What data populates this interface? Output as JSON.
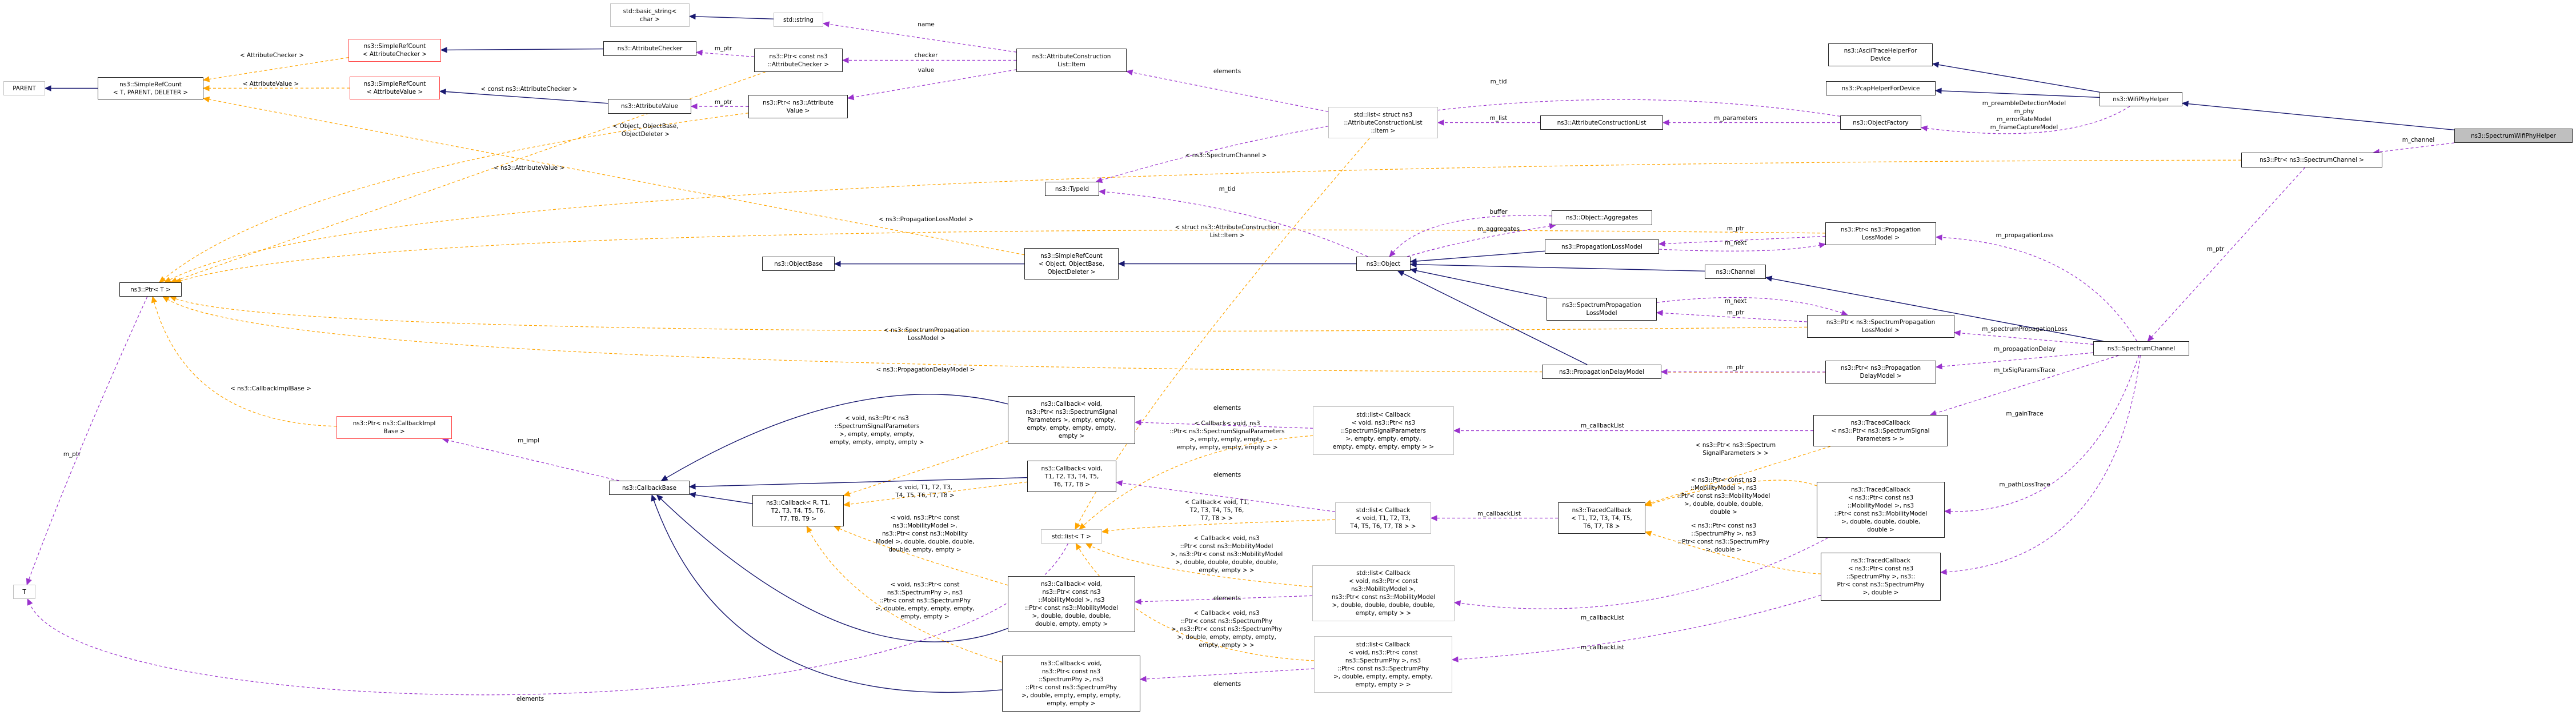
{
  "colors": {
    "inherit": "#191970",
    "usage": "#9a32cd",
    "template": "#ffa500",
    "highlight_fill": "#bfbfbf",
    "undocumented_border": "#bfbfbf",
    "truncated_border": "#ff4040"
  },
  "nodes": [
    {
      "id": "parent",
      "kind": "gray",
      "lines": [
        "PARENT"
      ]
    },
    {
      "id": "srcTPD",
      "kind": "normal",
      "lines": [
        "ns3::SimpleRefCount",
        "< T, PARENT, DELETER >"
      ]
    },
    {
      "id": "srcAC",
      "kind": "red",
      "lines": [
        "ns3::SimpleRefCount",
        "< AttributeChecker >"
      ]
    },
    {
      "id": "srcAV",
      "kind": "red",
      "lines": [
        "ns3::SimpleRefCount",
        "< AttributeValue >"
      ]
    },
    {
      "id": "basicStr",
      "kind": "gray",
      "lines": [
        "std::basic_string<",
        "char >"
      ]
    },
    {
      "id": "stdString",
      "kind": "gray",
      "lines": [
        "std::string"
      ]
    },
    {
      "id": "attrChecker",
      "kind": "normal",
      "lines": [
        "ns3::AttributeChecker"
      ]
    },
    {
      "id": "attrValue",
      "kind": "normal",
      "lines": [
        "ns3::AttributeValue"
      ]
    },
    {
      "id": "ptrConstAC",
      "kind": "normal",
      "lines": [
        "ns3::Ptr< const ns3",
        "::AttributeChecker >"
      ]
    },
    {
      "id": "ptrAV",
      "kind": "normal",
      "lines": [
        "ns3::Ptr< ns3::Attribute",
        "Value >"
      ]
    },
    {
      "id": "item",
      "kind": "normal",
      "lines": [
        "ns3::AttributeConstruction",
        "List::Item"
      ]
    },
    {
      "id": "typeId",
      "kind": "normal",
      "lines": [
        "ns3::TypeId"
      ]
    },
    {
      "id": "listItem",
      "kind": "gray",
      "lines": [
        "std::list< struct ns3",
        "::AttributeConstructionList",
        "::Item >"
      ]
    },
    {
      "id": "acl",
      "kind": "normal",
      "lines": [
        "ns3::AttributeConstructionList"
      ]
    },
    {
      "id": "objFactory",
      "kind": "normal",
      "lines": [
        "ns3::ObjectFactory"
      ]
    },
    {
      "id": "ascii",
      "kind": "normal",
      "lines": [
        "ns3::AsciiTraceHelperFor",
        "Device"
      ]
    },
    {
      "id": "pcap",
      "kind": "normal",
      "lines": [
        "ns3::PcapHelperForDevice"
      ]
    },
    {
      "id": "wifiPhy",
      "kind": "normal",
      "lines": [
        "ns3::WifiPhyHelper"
      ]
    },
    {
      "id": "swph",
      "kind": "hl",
      "lines": [
        "ns3::SpectrumWifiPhyHelper"
      ]
    },
    {
      "id": "ptrSC",
      "kind": "normal",
      "lines": [
        "ns3::Ptr< ns3::SpectrumChannel >"
      ]
    },
    {
      "id": "ptrT",
      "kind": "normal",
      "lines": [
        "ns3::Ptr< T >"
      ]
    },
    {
      "id": "ptrCIB",
      "kind": "red",
      "lines": [
        "ns3::Ptr< ns3::CallbackImpl",
        "Base >"
      ]
    },
    {
      "id": "objectBase",
      "kind": "normal",
      "lines": [
        "ns3::ObjectBase"
      ]
    },
    {
      "id": "srcObj",
      "kind": "normal",
      "lines": [
        "ns3::SimpleRefCount",
        "< Object, ObjectBase,",
        "ObjectDeleter >"
      ]
    },
    {
      "id": "object",
      "kind": "normal",
      "lines": [
        "ns3::Object"
      ]
    },
    {
      "id": "aggregates",
      "kind": "normal",
      "lines": [
        "ns3::Object::Aggregates"
      ]
    },
    {
      "id": "propLoss",
      "kind": "normal",
      "lines": [
        "ns3::PropagationLossModel"
      ]
    },
    {
      "id": "ptrPropLoss",
      "kind": "normal",
      "lines": [
        "ns3::Ptr< ns3::Propagation",
        "LossModel >"
      ]
    },
    {
      "id": "channel",
      "kind": "normal",
      "lines": [
        "ns3::Channel"
      ]
    },
    {
      "id": "specPropLoss",
      "kind": "normal",
      "lines": [
        "ns3::SpectrumPropagation",
        "LossModel"
      ]
    },
    {
      "id": "ptrSpecPropLoss",
      "kind": "normal",
      "lines": [
        "ns3::Ptr< ns3::SpectrumPropagation",
        "LossModel >"
      ]
    },
    {
      "id": "propDelay",
      "kind": "normal",
      "lines": [
        "ns3::PropagationDelayModel"
      ]
    },
    {
      "id": "ptrPropDelay",
      "kind": "normal",
      "lines": [
        "ns3::Ptr< ns3::Propagation",
        "DelayModel >"
      ]
    },
    {
      "id": "specChannel",
      "kind": "normal",
      "lines": [
        "ns3::SpectrumChannel"
      ]
    },
    {
      "id": "cbSSP",
      "kind": "normal",
      "lines": [
        "ns3::Callback< void,",
        "ns3::Ptr< ns3::SpectrumSignal",
        "Parameters >, empty, empty,",
        "empty, empty, empty, empty,",
        "empty >"
      ]
    },
    {
      "id": "listCbSSP",
      "kind": "gray",
      "lines": [
        "std::list< Callback",
        "< void, ns3::Ptr< ns3",
        "::SpectrumSignalParameters",
        ">, empty, empty, empty,",
        "empty, empty, empty, empty > >"
      ]
    },
    {
      "id": "tcSSP",
      "kind": "normal",
      "lines": [
        "ns3::TracedCallback",
        "< ns3::Ptr< ns3::SpectrumSignal",
        "Parameters > >"
      ]
    },
    {
      "id": "cbT8",
      "kind": "normal",
      "lines": [
        "ns3::Callback< void,",
        "T1, T2, T3, T4, T5,",
        "T6, T7, T8 >"
      ]
    },
    {
      "id": "callbackBase",
      "kind": "normal",
      "lines": [
        "ns3::CallbackBase"
      ]
    },
    {
      "id": "cbR",
      "kind": "normal",
      "lines": [
        "ns3::Callback< R, T1,",
        "T2, T3, T4, T5, T6,",
        "T7, T8, T9 >"
      ]
    },
    {
      "id": "listT",
      "kind": "gray",
      "lines": [
        "std::list< T >"
      ]
    },
    {
      "id": "listCbT8",
      "kind": "gray",
      "lines": [
        "std::list< Callback",
        "< void, T1, T2, T3,",
        "T4, T5, T6, T7, T8 > >"
      ]
    },
    {
      "id": "tcT8",
      "kind": "normal",
      "lines": [
        "ns3::TracedCallback",
        "< T1, T2, T3, T4, T5,",
        "T6, T7, T8 >"
      ]
    },
    {
      "id": "cbMob",
      "kind": "normal",
      "lines": [
        "ns3::Callback< void,",
        "ns3::Ptr< const ns3",
        "::MobilityModel >, ns3",
        "::Ptr< const ns3::MobilityModel",
        ">, double, double, double,",
        "double, empty, empty >"
      ]
    },
    {
      "id": "listCbMob",
      "kind": "gray",
      "lines": [
        "std::list< Callback",
        "< void, ns3::Ptr< const",
        "ns3::MobilityModel >,",
        "ns3::Ptr< const ns3::MobilityModel",
        ">, double, double, double, double,",
        "empty, empty > >"
      ]
    },
    {
      "id": "tcMob",
      "kind": "normal",
      "lines": [
        "ns3::TracedCallback",
        "< ns3::Ptr< const ns3",
        "::MobilityModel >, ns3",
        "::Ptr< const ns3::MobilityModel",
        ">, double, double, double,",
        "double >"
      ]
    },
    {
      "id": "cbSP",
      "kind": "normal",
      "lines": [
        "ns3::Callback< void,",
        "ns3::Ptr< const ns3",
        "::SpectrumPhy >, ns3",
        "::Ptr< const ns3::SpectrumPhy",
        ">, double, empty, empty, empty,",
        "empty, empty >"
      ]
    },
    {
      "id": "listCbSP",
      "kind": "gray",
      "lines": [
        "std::list< Callback",
        "< void, ns3::Ptr< const",
        "ns3::SpectrumPhy >, ns3",
        "::Ptr< const ns3::SpectrumPhy",
        ">, double, empty, empty, empty,",
        "empty, empty > >"
      ]
    },
    {
      "id": "tcSP",
      "kind": "normal",
      "lines": [
        "ns3::TracedCallback",
        "< ns3::Ptr< const ns3",
        "::SpectrumPhy >, ns3::",
        "Ptr< const ns3::SpectrumPhy",
        ">, double >"
      ]
    },
    {
      "id": "T",
      "kind": "gray",
      "lines": [
        "T"
      ]
    }
  ],
  "edges": [
    {
      "from": "srcTPD",
      "to": "parent",
      "type": "inherit",
      "label": ""
    },
    {
      "from": "srcAC",
      "to": "srcTPD",
      "type": "template",
      "label": "< AttributeChecker >"
    },
    {
      "from": "srcAV",
      "to": "srcTPD",
      "type": "template",
      "label": "< AttributeValue >"
    },
    {
      "from": "srcObj",
      "to": "srcTPD",
      "type": "template",
      "label": "< Object, ObjectBase,\nObjectDeleter >"
    },
    {
      "from": "attrChecker",
      "to": "srcAC",
      "type": "inherit",
      "label": ""
    },
    {
      "from": "attrValue",
      "to": "srcAV",
      "type": "inherit",
      "label": ""
    },
    {
      "from": "stdString",
      "to": "basicStr",
      "type": "inherit",
      "label": ""
    },
    {
      "from": "ptrConstAC",
      "to": "attrChecker",
      "type": "usage",
      "label": "m_ptr"
    },
    {
      "from": "ptrAV",
      "to": "attrValue",
      "type": "usage",
      "label": "m_ptr"
    },
    {
      "from": "item",
      "to": "stdString",
      "type": "usage",
      "label": "name"
    },
    {
      "from": "item",
      "to": "ptrConstAC",
      "type": "usage",
      "label": "checker"
    },
    {
      "from": "item",
      "to": "ptrAV",
      "type": "usage",
      "label": "value"
    },
    {
      "from": "listItem",
      "to": "item",
      "type": "usage",
      "label": "elements"
    },
    {
      "from": "listItem",
      "to": "listT",
      "type": "template",
      "label": "< struct ns3::AttributeConstruction\nList::Item >"
    },
    {
      "from": "acl",
      "to": "listItem",
      "type": "usage",
      "label": "m_list"
    },
    {
      "from": "objFactory",
      "to": "acl",
      "type": "usage",
      "label": "m_parameters"
    },
    {
      "from": "objFactory",
      "to": "typeId",
      "type": "usage",
      "label": "m_tid"
    },
    {
      "from": "object",
      "to": "typeId",
      "type": "usage",
      "label": "m_tid"
    },
    {
      "from": "wifiPhy",
      "to": "ascii",
      "type": "inherit",
      "label": ""
    },
    {
      "from": "wifiPhy",
      "to": "pcap",
      "type": "inherit",
      "label": ""
    },
    {
      "from": "wifiPhy",
      "to": "objFactory",
      "type": "usage",
      "label": "m_preambleDetectionModel\nm_phy\nm_errorRateModel\nm_frameCaptureModel"
    },
    {
      "from": "swph",
      "to": "wifiPhy",
      "type": "inherit",
      "label": ""
    },
    {
      "from": "swph",
      "to": "ptrSC",
      "type": "usage",
      "label": "m_channel"
    },
    {
      "from": "ptrSC",
      "to": "ptrT",
      "type": "template",
      "label": "< ns3::SpectrumChannel >"
    },
    {
      "from": "ptrSC",
      "to": "specChannel",
      "type": "usage",
      "label": "m_ptr"
    },
    {
      "from": "ptrConstAC",
      "to": "ptrT",
      "type": "template",
      "label": "< const ns3::AttributeChecker >"
    },
    {
      "from": "ptrAV",
      "to": "ptrT",
      "type": "template",
      "label": "< ns3::AttributeValue >"
    },
    {
      "from": "ptrPropLoss",
      "to": "ptrT",
      "type": "template",
      "label": "< ns3::PropagationLossModel >"
    },
    {
      "from": "ptrSpecPropLoss",
      "to": "ptrT",
      "type": "template",
      "label": "< ns3::SpectrumPropagation\nLossModel >"
    },
    {
      "from": "ptrPropDelay",
      "to": "ptrT",
      "type": "template",
      "label": "< ns3::PropagationDelayModel >"
    },
    {
      "from": "ptrCIB",
      "to": "ptrT",
      "type": "template",
      "label": "< ns3::CallbackImplBase >"
    },
    {
      "from": "ptrT",
      "to": "T",
      "type": "usage",
      "label": "m_ptr"
    },
    {
      "from": "callbackBase",
      "to": "ptrCIB",
      "type": "usage",
      "label": "m_impl"
    },
    {
      "from": "srcObj",
      "to": "objectBase",
      "type": "inherit",
      "label": ""
    },
    {
      "from": "object",
      "to": "srcObj",
      "type": "inherit",
      "label": ""
    },
    {
      "from": "aggregates",
      "to": "object",
      "type": "usage",
      "label": "buffer"
    },
    {
      "from": "object",
      "to": "aggregates",
      "type": "usage",
      "label": "m_aggregates"
    },
    {
      "from": "propLoss",
      "to": "object",
      "type": "inherit",
      "label": ""
    },
    {
      "from": "channel",
      "to": "object",
      "type": "inherit",
      "label": ""
    },
    {
      "from": "specPropLoss",
      "to": "object",
      "type": "inherit",
      "label": ""
    },
    {
      "from": "propDelay",
      "to": "object",
      "type": "inherit",
      "label": ""
    },
    {
      "from": "specChannel",
      "to": "channel",
      "type": "inherit",
      "label": ""
    },
    {
      "from": "ptrPropLoss",
      "to": "propLoss",
      "type": "usage",
      "label": "m_ptr"
    },
    {
      "from": "propLoss",
      "to": "ptrPropLoss",
      "type": "usage",
      "label": "m_next"
    },
    {
      "from": "specPropLoss",
      "to": "ptrSpecPropLoss",
      "type": "usage",
      "label": "m_next"
    },
    {
      "from": "ptrSpecPropLoss",
      "to": "specPropLoss",
      "type": "usage",
      "label": "m_ptr"
    },
    {
      "from": "ptrPropDelay",
      "to": "propDelay",
      "type": "usage",
      "label": "m_ptr"
    },
    {
      "from": "specChannel",
      "to": "ptrPropLoss",
      "type": "usage",
      "label": "m_propagationLoss"
    },
    {
      "from": "specChannel",
      "to": "ptrSpecPropLoss",
      "type": "usage",
      "label": "m_spectrumPropagationLoss"
    },
    {
      "from": "specChannel",
      "to": "ptrPropDelay",
      "type": "usage",
      "label": "m_propagationDelay"
    },
    {
      "from": "specChannel",
      "to": "tcSSP",
      "type": "usage",
      "label": "m_txSigParamsTrace"
    },
    {
      "from": "specChannel",
      "to": "tcMob",
      "type": "usage",
      "label": "m_gainTrace"
    },
    {
      "from": "specChannel",
      "to": "tcSP",
      "type": "usage",
      "label": "m_pathLossTrace"
    },
    {
      "from": "tcSSP",
      "to": "listCbSSP",
      "type": "usage",
      "label": "m_callbackList"
    },
    {
      "from": "tcMob",
      "to": "listCbMob",
      "type": "usage",
      "label": "m_callbackList"
    },
    {
      "from": "tcSP",
      "to": "listCbSP",
      "type": "usage",
      "label": "m_callbackList"
    },
    {
      "from": "tcSSP",
      "to": "tcT8",
      "type": "template",
      "label": "< ns3::Ptr< ns3::Spectrum\nSignalParameters > >"
    },
    {
      "from": "tcMob",
      "to": "tcT8",
      "type": "template",
      "label": "< ns3::Ptr< const ns3\n::MobilityModel >, ns3\n::Ptr< const ns3::MobilityModel\n>, double, double, double,\ndouble >"
    },
    {
      "from": "tcSP",
      "to": "tcT8",
      "type": "template",
      "label": "< ns3::Ptr< const ns3\n::SpectrumPhy >, ns3\n::Ptr< const ns3::SpectrumPhy\n>, double >"
    },
    {
      "from": "tcT8",
      "to": "listCbT8",
      "type": "usage",
      "label": "m_callbackList"
    },
    {
      "from": "listCbSSP",
      "to": "cbSSP",
      "type": "usage",
      "label": "elements"
    },
    {
      "from": "listCbSSP",
      "to": "listT",
      "type": "template",
      "label": "< Callback< void, ns3\n::Ptr< ns3::SpectrumSignalParameters\n>, empty, empty, empty,\nempty, empty, empty, empty > >"
    },
    {
      "from": "listCbT8",
      "to": "cbT8",
      "type": "usage",
      "label": "elements"
    },
    {
      "from": "listCbT8",
      "to": "listT",
      "type": "template",
      "label": "< Callback< void, T1,\nT2, T3, T4, T5, T6,\nT7, T8 > >"
    },
    {
      "from": "listCbMob",
      "to": "cbMob",
      "type": "usage",
      "label": "elements"
    },
    {
      "from": "listCbMob",
      "to": "listT",
      "type": "template",
      "label": "< Callback< void, ns3\n::Ptr< const ns3::MobilityModel\n>, ns3::Ptr< const ns3::MobilityModel\n>, double, double, double, double,\nempty, empty > >"
    },
    {
      "from": "listCbSP",
      "to": "cbSP",
      "type": "usage",
      "label": "elements"
    },
    {
      "from": "listCbSP",
      "to": "listT",
      "type": "template",
      "label": "< Callback< void, ns3\n::Ptr< const ns3::SpectrumPhy\n>, ns3::Ptr< const ns3::SpectrumPhy\n>, double, empty, empty, empty,\nempty, empty > >"
    },
    {
      "from": "listT",
      "to": "T",
      "type": "usage",
      "label": "elements"
    },
    {
      "from": "cbSSP",
      "to": "callbackBase",
      "type": "inherit",
      "label": ""
    },
    {
      "from": "cbSSP",
      "to": "cbR",
      "type": "template",
      "label": "< void, ns3::Ptr< ns3\n::SpectrumSignalParameters\n>, empty, empty, empty,\nempty, empty, empty, empty >"
    },
    {
      "from": "cbT8",
      "to": "callbackBase",
      "type": "inherit",
      "label": ""
    },
    {
      "from": "cbT8",
      "to": "cbR",
      "type": "template",
      "label": "< void, T1, T2, T3,\nT4, T5, T6, T7, T8 >"
    },
    {
      "from": "cbR",
      "to": "callbackBase",
      "type": "inherit",
      "label": ""
    },
    {
      "from": "cbMob",
      "to": "callbackBase",
      "type": "inherit",
      "label": ""
    },
    {
      "from": "cbMob",
      "to": "cbR",
      "type": "template",
      "label": "< void, ns3::Ptr< const\nns3::MobilityModel >,\nns3::Ptr< const ns3::Mobility\nModel >, double, double, double,\ndouble, empty, empty >"
    },
    {
      "from": "cbSP",
      "to": "callbackBase",
      "type": "inherit",
      "label": ""
    },
    {
      "from": "cbSP",
      "to": "cbR",
      "type": "template",
      "label": "< void, ns3::Ptr< const\nns3::SpectrumPhy >, ns3\n::Ptr< const ns3::SpectrumPhy\n>, double, empty, empty, empty,\nempty, empty >"
    }
  ]
}
